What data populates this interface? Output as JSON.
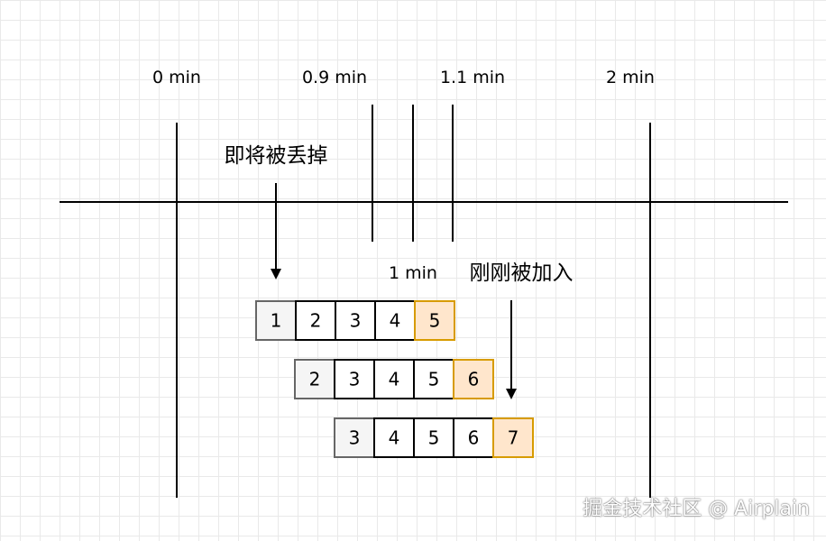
{
  "timeline": {
    "labels": [
      "0 min",
      "0.9 min",
      "1.1 min",
      "2 min"
    ],
    "current_time_label": "1 min"
  },
  "annotations": {
    "to_be_discarded": "即将被丢掉",
    "just_added": "刚刚被加入"
  },
  "windows": [
    {
      "cells": [
        "1",
        "2",
        "3",
        "4",
        "5"
      ]
    },
    {
      "cells": [
        "2",
        "3",
        "4",
        "5",
        "6"
      ]
    },
    {
      "cells": [
        "3",
        "4",
        "5",
        "6",
        "7"
      ]
    }
  ],
  "colors": {
    "line": "#000000",
    "cell_fill": "#ffffff",
    "expiring_fill": "#f5f5f5",
    "expiring_stroke": "#666666",
    "new_fill": "#ffe6cc",
    "new_stroke": "#d79b00"
  },
  "watermark": "掘金技术社区 @ Airplain"
}
